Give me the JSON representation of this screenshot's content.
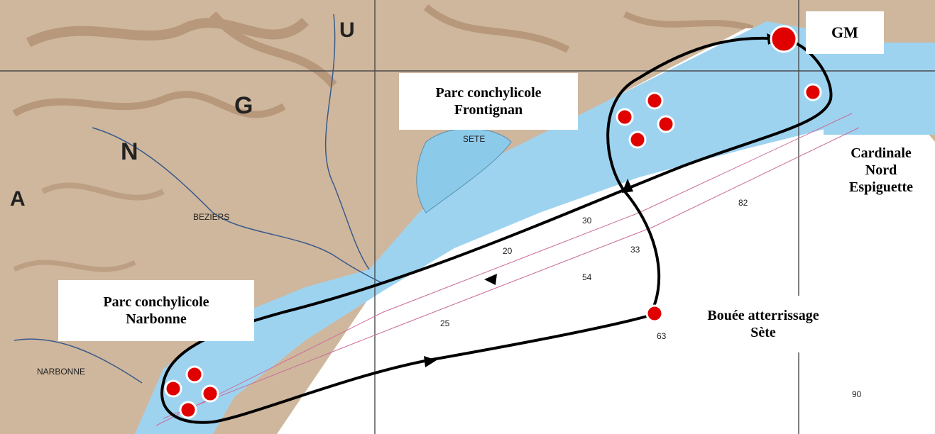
{
  "labels": {
    "gm": "GM",
    "frontignan_l1": "Parc conchylicole",
    "frontignan_l2": "Frontignan",
    "narbonne_l1": "Parc conchylicole",
    "narbonne_l2": "Narbonne",
    "cardinale_l1": "Cardinale",
    "cardinale_l2": "Nord",
    "cardinale_l3": "Espiguette",
    "bouee_l1": "Bouée atterrissage",
    "bouee_l2": "Sète"
  },
  "map_text": {
    "big_letter_n": "N",
    "big_letter_g": "G",
    "big_letter_u": "U",
    "big_letter_a": "A",
    "beziers": "BEZIERS",
    "narbonne_town": "NARBONNE",
    "sete": "SETE",
    "depth_20": "20",
    "depth_25": "25",
    "depth_30": "30",
    "depth_33": "33",
    "depth_54": "54",
    "depth_63": "63",
    "depth_82": "82",
    "depth_90": "90"
  },
  "colors": {
    "sea": "#9ed3f0",
    "land": "#cdb39a",
    "route": "#000000",
    "marker": "#e00000",
    "marker_ring": "#ffffff"
  }
}
